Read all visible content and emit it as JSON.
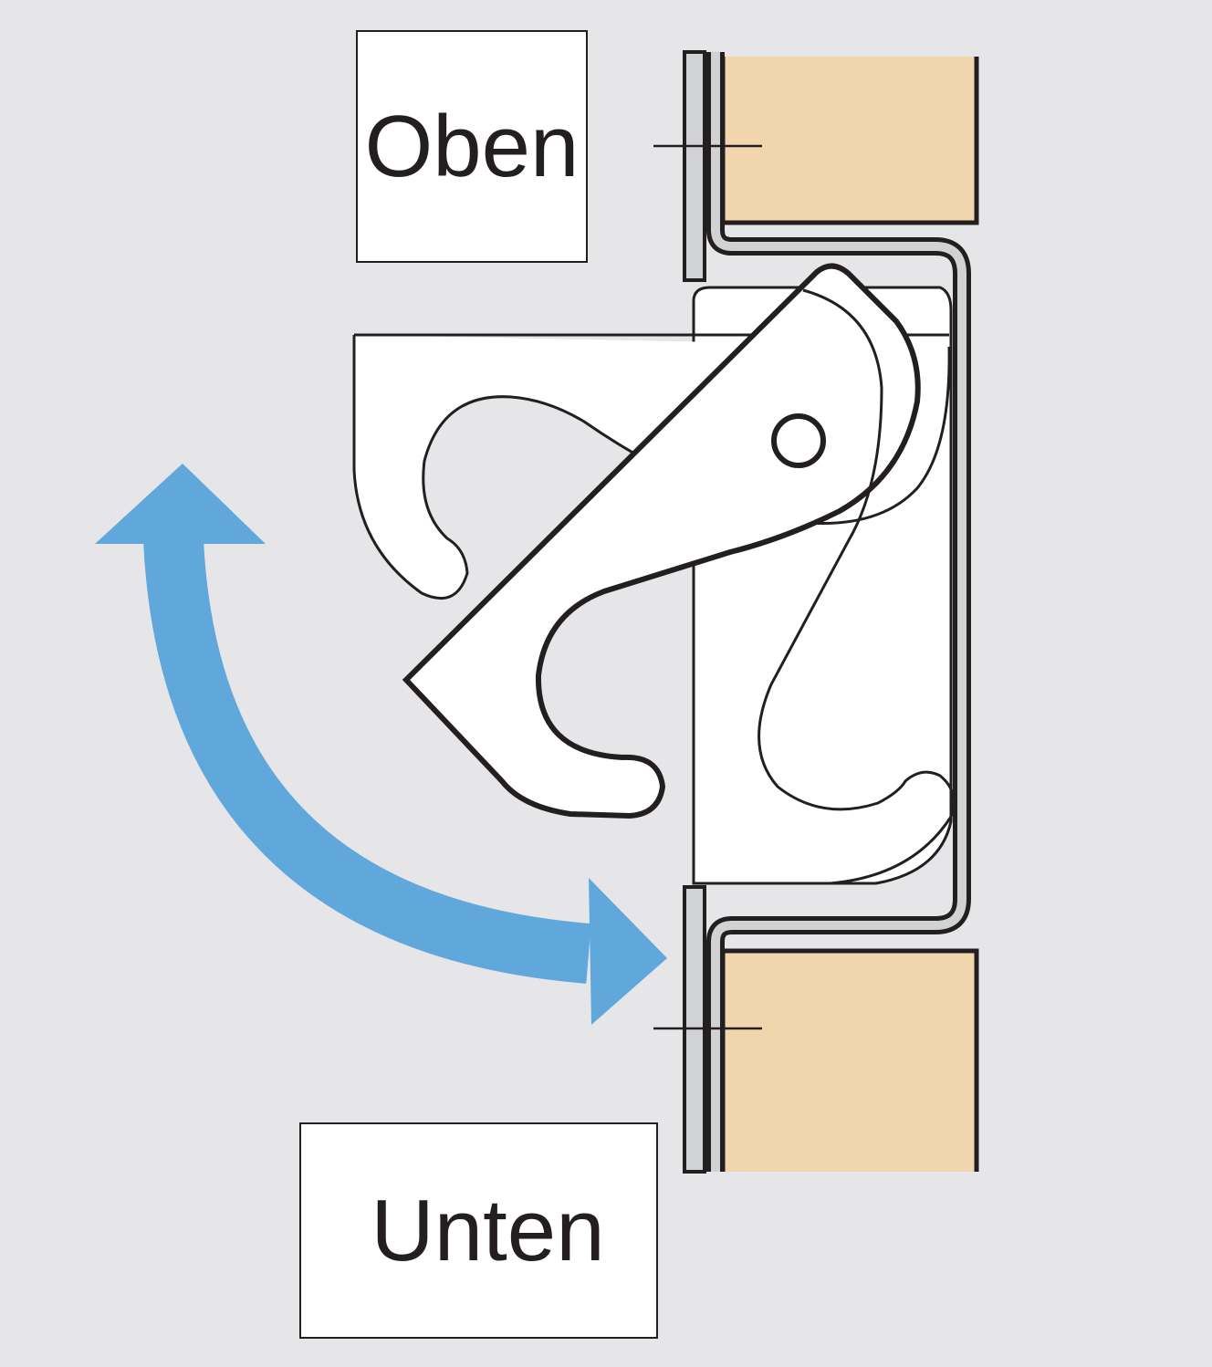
{
  "labels": {
    "top": "Oben",
    "bottom": "Unten"
  },
  "colors": {
    "background": "#e6e6e9",
    "arrow": "#60a8dc",
    "wall": "#f0d5ad",
    "plate": "#d1d2d4",
    "line": "#231f20"
  },
  "icons": {
    "arrow": "double-curved-arrow"
  }
}
